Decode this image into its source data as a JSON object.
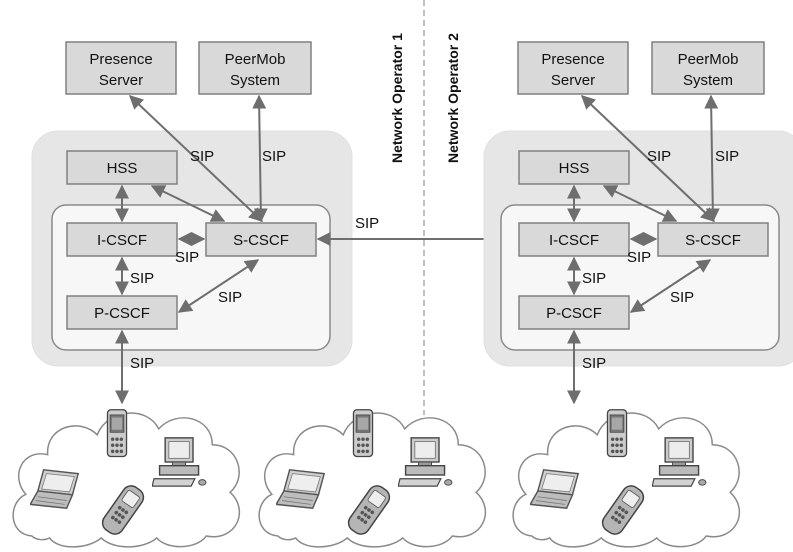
{
  "operators": {
    "left": "Network Operator 1",
    "right": "Network Operator 2"
  },
  "nodes": {
    "presence_line1": "Presence",
    "presence_line2": "Server",
    "peermob_line1": "PeerMob",
    "peermob_line2": "System",
    "hss": "HSS",
    "icscf": "I-CSCF",
    "scscf": "S-CSCF",
    "pcscf": "P-CSCF"
  },
  "labels": {
    "sip": "SIP"
  },
  "icons": [
    "laptop-icon",
    "pda-icon",
    "desktop-computer-icon",
    "mobile-phone-icon",
    "cloud-icon"
  ],
  "colors": {
    "domain_fill": "#e6e6e6",
    "inner_fill": "#f7f7f7",
    "box_fill": "#d9d9d9",
    "border": "#808080",
    "arrow": "#707070"
  }
}
